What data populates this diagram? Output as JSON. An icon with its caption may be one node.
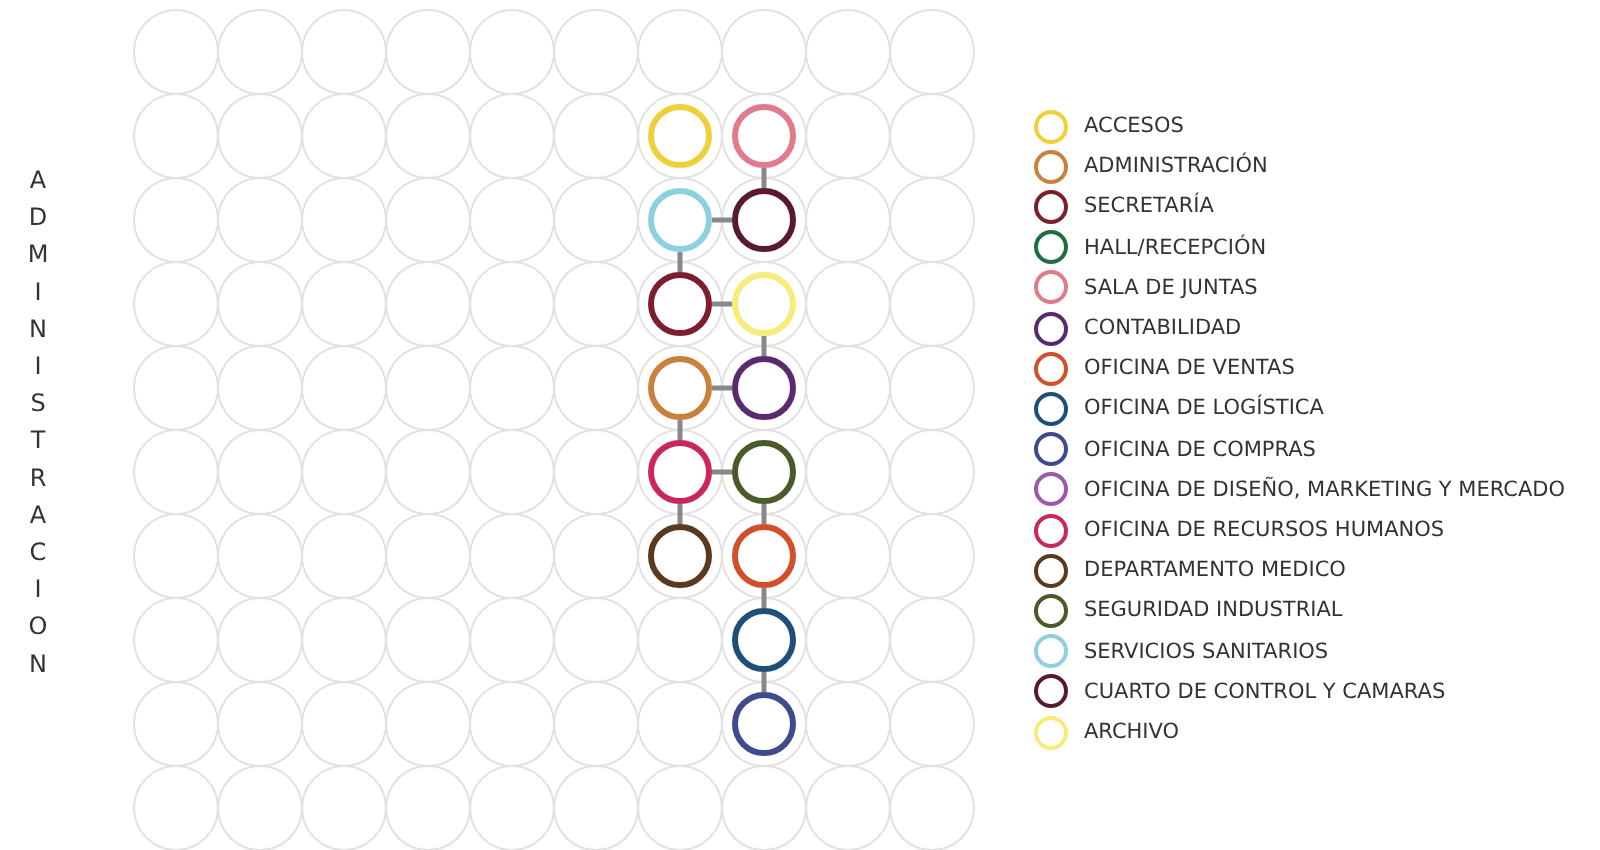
{
  "diagram": {
    "nodes": [
      {
        "text": [],
        "shape": "circle"
      },
      {
        "text": [],
        "shape": "circle"
      },
      {
        "text": [],
        "shape": "circle"
      },
      {
        "text": [],
        "shape": "circle"
      },
      {
        "text": [],
        "shape": "circle"
      },
      {
        "text": [],
        "shape": "circle"
      },
      {
        "text": [],
        "shape": "circle"
      },
      {
        "text": [],
        "shape": "circle"
      },
      {
        "text": [],
        "shape": "circle"
      },
      {
        "text": [],
        "shape": "circle"
      },
      {
        "text": [],
        "shape": "circle"
      },
      {
        "text": [],
        "shape": "circle"
      },
      {
        "text": [],
        "shape": "circle"
      },
      {
        "text": [],
        "shape": "circle"
      }
    ],
    "edges": [
      {
        "from": 1,
        "to": 3,
        "arrow": "none"
      },
      {
        "from": 3,
        "to": 2,
        "arrow": "none"
      },
      {
        "from": 2,
        "to": 4,
        "arrow": "none"
      },
      {
        "from": 4,
        "to": 5,
        "arrow": "none"
      },
      {
        "from": 5,
        "to": 7,
        "arrow": "none"
      },
      {
        "from": 7,
        "to": 6,
        "arrow": "none"
      },
      {
        "from": 6,
        "to": 8,
        "arrow": "none"
      },
      {
        "from": 8,
        "to": 10,
        "arrow": "none"
      },
      {
        "from": 8,
        "to": 9,
        "arrow": "none"
      },
      {
        "from": 9,
        "to": 11,
        "arrow": "none"
      },
      {
        "from": 11,
        "to": 12,
        "arrow": "none"
      },
      {
        "from": 12,
        "to": 13,
        "arrow": "none"
      }
    ],
    "labels": [
      "ADMINISTRACION"
    ],
    "legend": [
      {
        "text": "ACCESOS",
        "color": "#f0d03a"
      },
      {
        "text": "ADMINISTRACIÓN",
        "color": "#c8823c"
      },
      {
        "text": "SECRETARÍA",
        "color": "#7a1f2b"
      },
      {
        "text": "HALL/RECEPCIÓN",
        "color": "#1f6e3e"
      },
      {
        "text": "SALA DE JUNTAS",
        "color": "#e07b8a"
      },
      {
        "text": "CONTABILIDAD",
        "color": "#5a2a6e"
      },
      {
        "text": "OFICINA DE VENTAS",
        "color": "#d0502a"
      },
      {
        "text": "OFICINA DE LOGÍSTICA",
        "color": "#1f4f78"
      },
      {
        "text": "OFICINA DE COMPRAS",
        "color": "#3f4a8e"
      },
      {
        "text": "OFICINA DE DISEÑO, MARKETING Y MERCADO",
        "color": "#9a5aa8"
      },
      {
        "text": "OFICINA DE RECURSOS HUMANOS",
        "color": "#c8285a"
      },
      {
        "text": "DEPARTAMENTO MEDICO",
        "color": "#5a3a1e"
      },
      {
        "text": "SEGURIDAD INDUSTRIAL",
        "color": "#4a5a2a"
      },
      {
        "text": "SERVICIOS SANITARIOS",
        "color": "#8fd0e0"
      },
      {
        "text": "CUARTO DE CONTROL Y CAMARAS",
        "color": "#5a1a2e"
      },
      {
        "text": "ARCHIVO",
        "color": "#f5ec7a"
      }
    ]
  }
}
